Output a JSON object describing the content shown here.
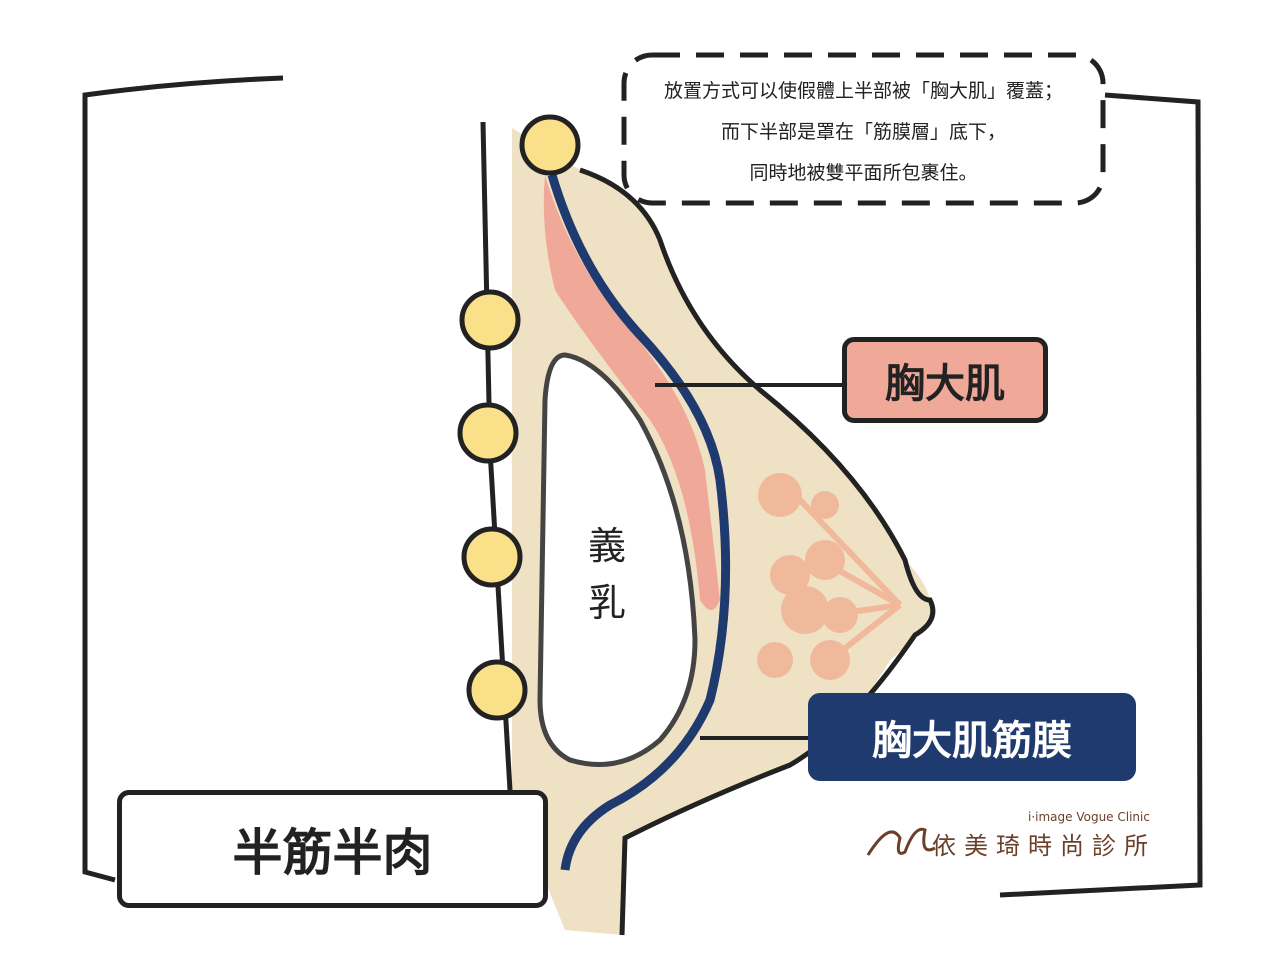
{
  "callout": {
    "lines": [
      "放置方式可以使假體上半部被「胸大肌」覆蓋；",
      "而下半部是罩在「筋膜層」底下，",
      "同時地被雙平面所包裹住。"
    ]
  },
  "labels": {
    "muscle": "胸大肌",
    "fascia": "胸大肌筋膜",
    "implant": [
      "義",
      "乳"
    ],
    "title": "半筋半肉"
  },
  "logo": {
    "mark": "ii",
    "english": "i·image Vogue Clinic",
    "chinese": "依美琦時尚診所"
  },
  "colors": {
    "tissue": "#efe1c4",
    "muscle": "#f0a899",
    "fascia": "#1f3a6e",
    "node": "#fbe08a",
    "outline": "#222222"
  }
}
